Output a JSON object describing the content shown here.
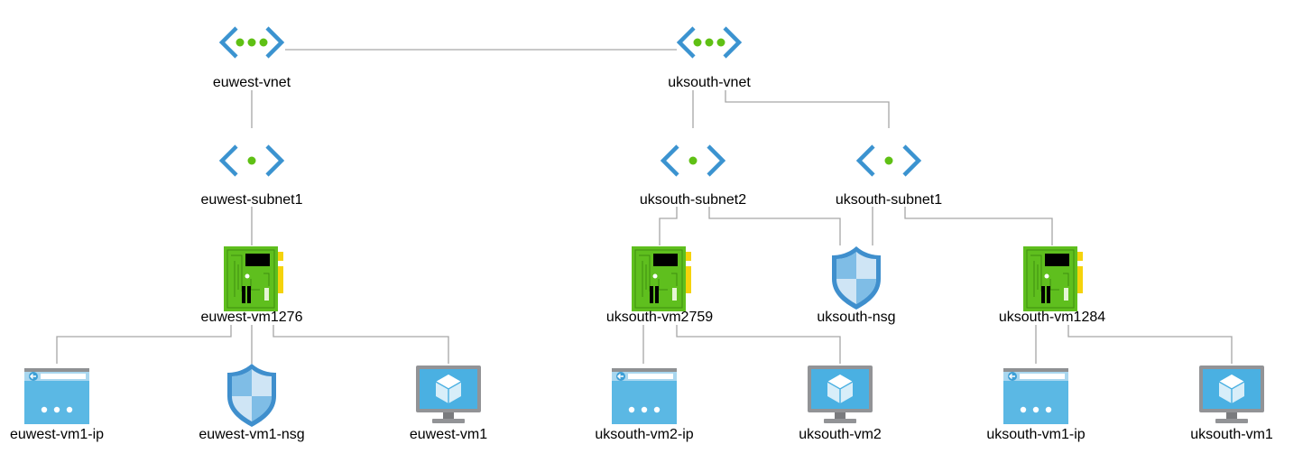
{
  "colors": {
    "connector": "#a6a6a6",
    "vnet_bracket": "#3b93d0",
    "vnet_dot": "#5fc014",
    "nic_green": "#5fbf1e",
    "nic_dark": "#3f8f10",
    "nic_gold": "#f5d30b",
    "shield": "#3f8fcd",
    "shield_light": "#cfe5f5",
    "monitor_frame": "#929396",
    "monitor_screen": "#4ab0e2",
    "ip_blue": "#5bb8e4"
  },
  "nodes": {
    "euwest_vnet": {
      "label": "euwest-vnet",
      "icon": "virtual-network-icon"
    },
    "uksouth_vnet": {
      "label": "uksouth-vnet",
      "icon": "virtual-network-icon"
    },
    "euwest_subnet1": {
      "label": "euwest-subnet1",
      "icon": "subnet-icon"
    },
    "uksouth_subnet2": {
      "label": "uksouth-subnet2",
      "icon": "subnet-icon"
    },
    "uksouth_subnet1": {
      "label": "uksouth-subnet1",
      "icon": "subnet-icon"
    },
    "euwest_vm1276": {
      "label": "euwest-vm1276",
      "icon": "network-interface-icon"
    },
    "uksouth_vm2759": {
      "label": "uksouth-vm2759",
      "icon": "network-interface-icon"
    },
    "uksouth_nsg": {
      "label": "uksouth-nsg",
      "icon": "network-security-group-icon"
    },
    "uksouth_vm1284": {
      "label": "uksouth-vm1284",
      "icon": "network-interface-icon"
    },
    "euwest_vm1_ip": {
      "label": "euwest-vm1-ip",
      "icon": "public-ip-icon"
    },
    "euwest_vm1_nsg": {
      "label": "euwest-vm1-nsg",
      "icon": "network-security-group-icon"
    },
    "euwest_vm1": {
      "label": "euwest-vm1",
      "icon": "virtual-machine-icon"
    },
    "uksouth_vm2_ip": {
      "label": "uksouth-vm2-ip",
      "icon": "public-ip-icon"
    },
    "uksouth_vm2": {
      "label": "uksouth-vm2",
      "icon": "virtual-machine-icon"
    },
    "uksouth_vm1_ip": {
      "label": "uksouth-vm1-ip",
      "icon": "public-ip-icon"
    },
    "uksouth_vm1": {
      "label": "uksouth-vm1",
      "icon": "virtual-machine-icon"
    }
  }
}
